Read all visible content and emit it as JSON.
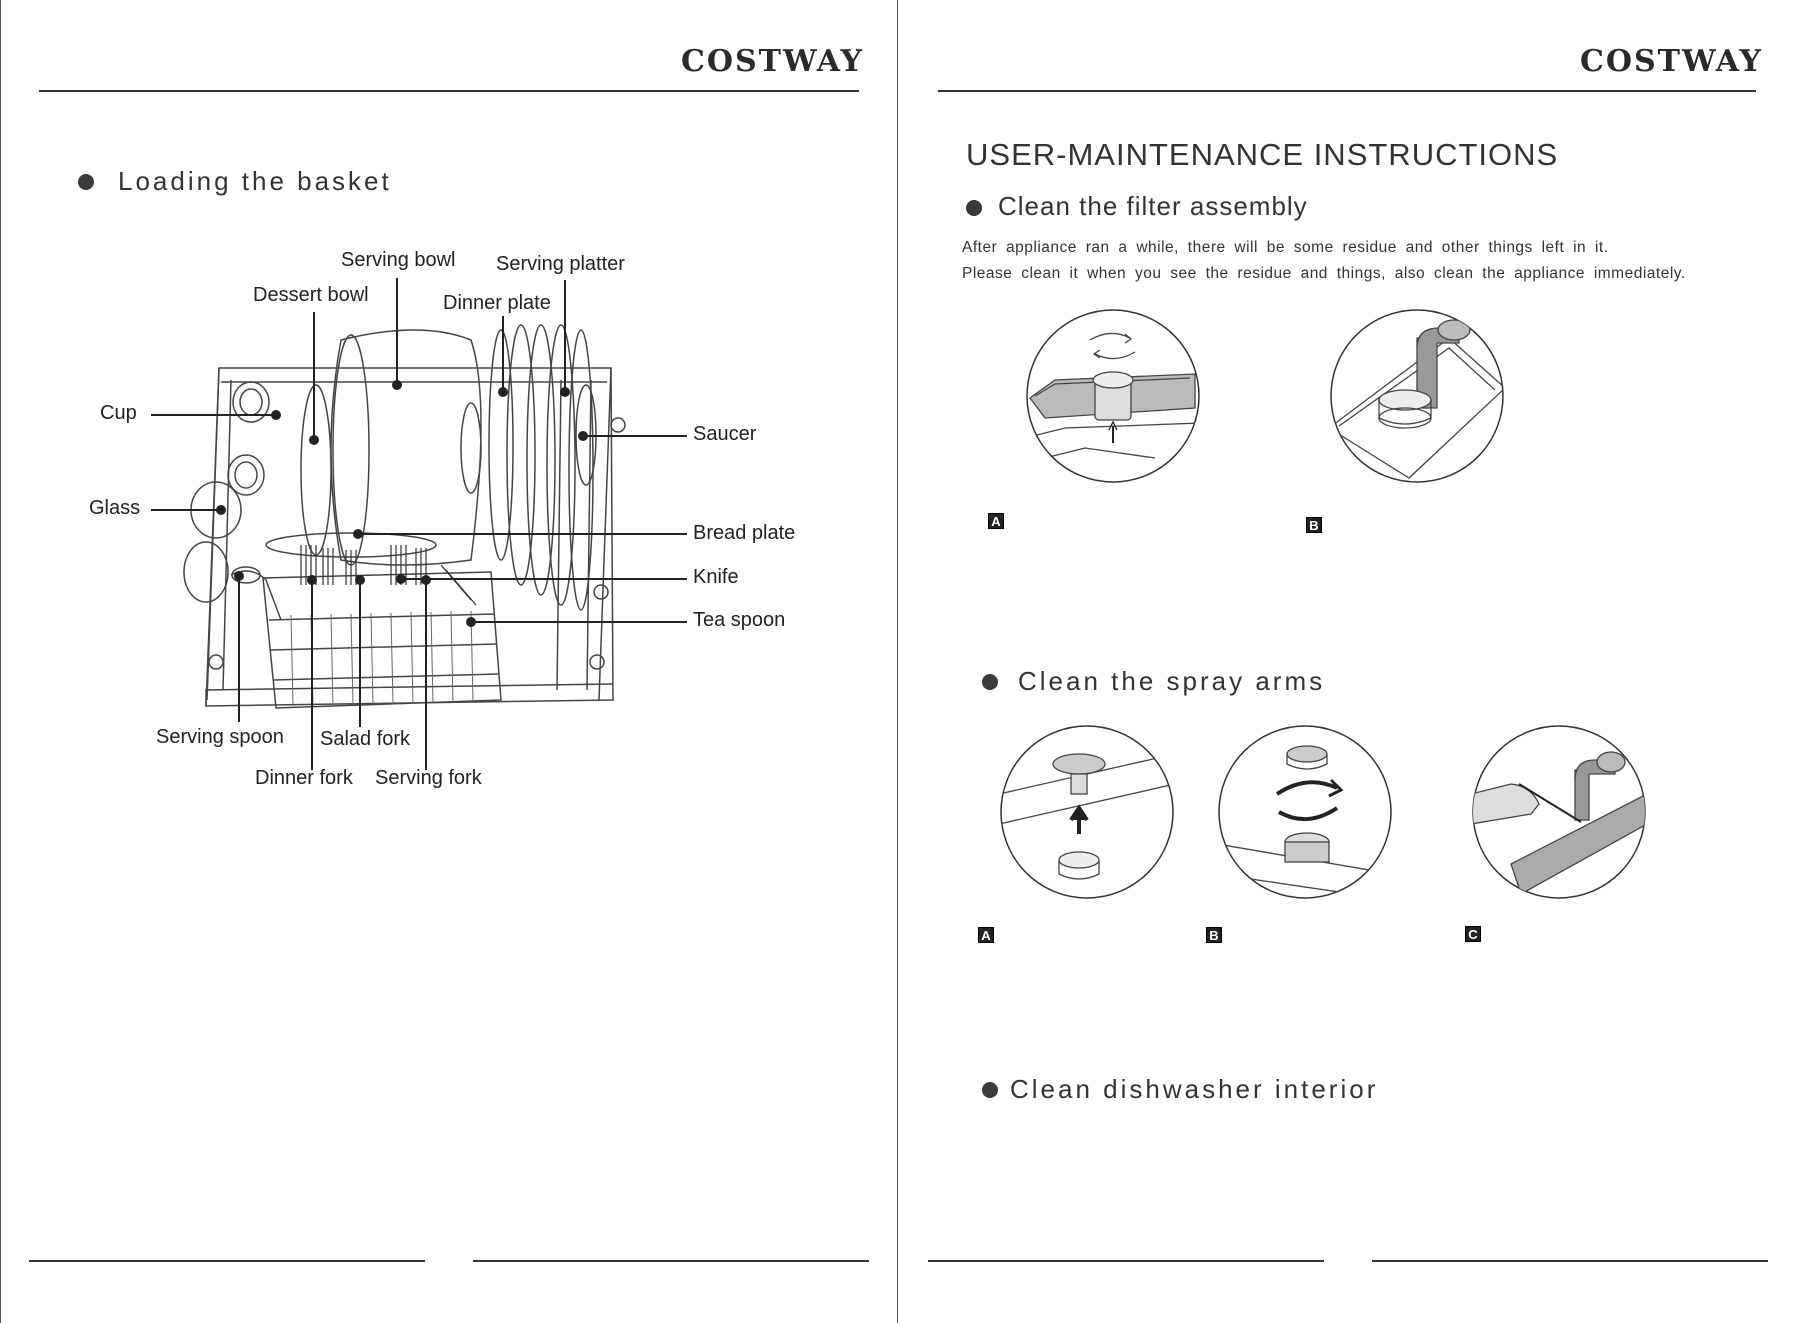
{
  "left_page": {
    "brand": "COSTWAY",
    "section_title": "Loading the basket",
    "labels": {
      "serving_bowl": "Serving bowl",
      "serving_platter": "Serving platter",
      "dessert_bowl": "Dessert bowl",
      "dinner_plate": "Dinner plate",
      "cup": "Cup",
      "saucer": "Saucer",
      "glass": "Glass",
      "bread_plate": "Bread plate",
      "knife": "Knife",
      "tea_spoon": "Tea spoon",
      "serving_spoon": "Serving spoon",
      "salad_fork": "Salad fork",
      "dinner_fork": "Dinner fork",
      "serving_fork": "Serving fork"
    }
  },
  "right_page": {
    "brand": "COSTWAY",
    "title": "USER-MAINTENANCE INSTRUCTIONS",
    "filter": {
      "heading": "Clean the filter assembly",
      "line1": "After appliance ran a while, there will be some residue and other things left in it.",
      "line2": "Please clean it when you see the residue and things, also clean the appliance immediately.",
      "badges": [
        "A",
        "B"
      ]
    },
    "spray": {
      "heading": "Clean the spray arms",
      "badges": [
        "A",
        "B",
        "C"
      ]
    },
    "interior": {
      "heading": "Clean dishwasher interior"
    }
  }
}
